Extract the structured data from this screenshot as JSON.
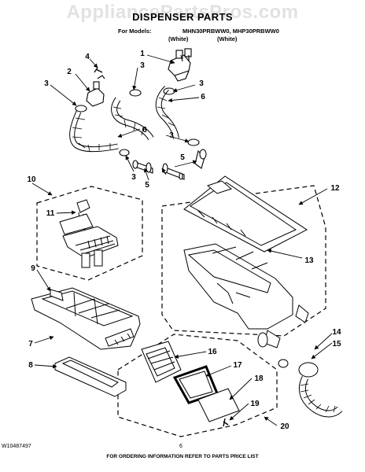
{
  "watermark": "AppliancePartsPros.com",
  "header": {
    "title": "DISPENSER PARTS",
    "models_label": "For Models:",
    "models": "MHN30PRBWW0, MHP30PRBWW0",
    "color_a": "(White)",
    "color_b": "(White)"
  },
  "callouts": [
    "1",
    "2",
    "3",
    "3",
    "3",
    "3",
    "3",
    "4",
    "5",
    "5",
    "6",
    "6",
    "7",
    "8",
    "9",
    "10",
    "11",
    "12",
    "13",
    "14",
    "15",
    "16",
    "17",
    "18",
    "19",
    "20"
  ],
  "footer": {
    "doc_number": "W10487497",
    "page_number": "6",
    "note": "FOR ORDERING INFORMATION REFER TO PARTS PRICE LIST"
  }
}
